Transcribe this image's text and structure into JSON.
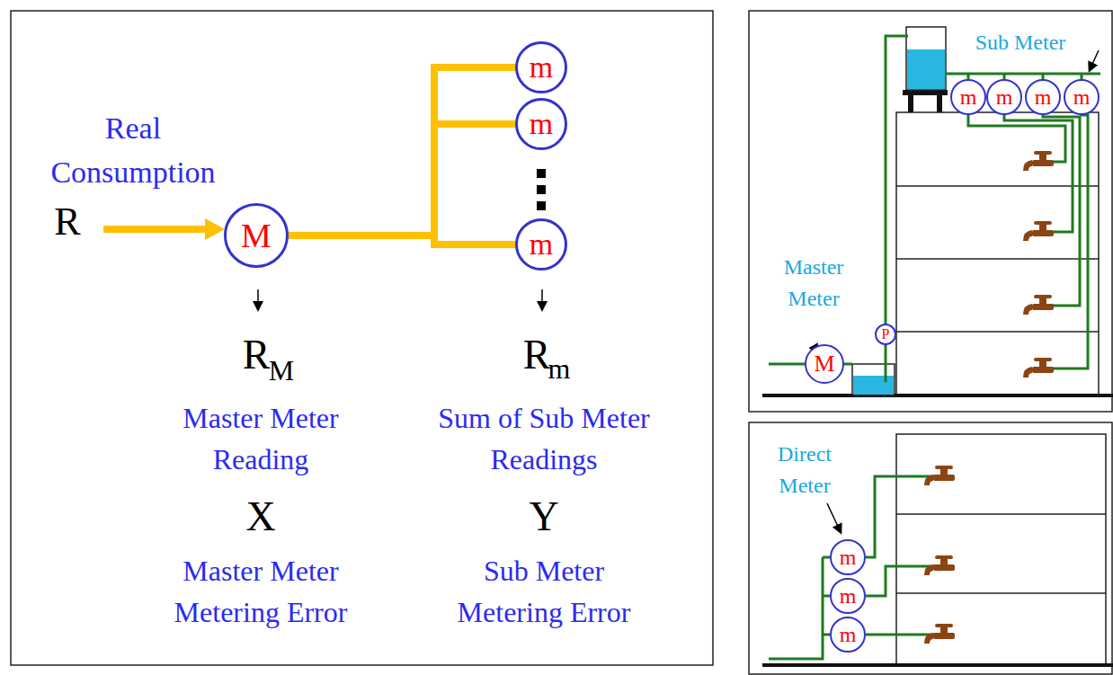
{
  "diagram": {
    "nodes": [
      {
        "text": [
          "M"
        ]
      },
      {
        "text": [
          "m"
        ]
      },
      {
        "text": [
          "m"
        ]
      },
      {
        "text": [
          "m"
        ]
      },
      {
        "text": [
          "M"
        ]
      },
      {
        "text": [
          "m"
        ]
      },
      {
        "text": [
          "m"
        ]
      },
      {
        "text": [
          "m"
        ]
      },
      {
        "text": [
          "m"
        ]
      },
      {
        "text": [
          "P"
        ]
      },
      {
        "text": [
          "m"
        ]
      },
      {
        "text": [
          "m"
        ]
      },
      {
        "text": [
          "m"
        ]
      }
    ],
    "edges": [
      {
        "from": 0,
        "to": 1,
        "arrow": "none"
      },
      {
        "from": 0,
        "to": 2,
        "arrow": "none"
      },
      {
        "from": 0,
        "to": 3,
        "arrow": "none"
      }
    ],
    "labels": [
      "Real Consumption",
      "R",
      "R",
      "M",
      "Master Meter Reading",
      "X",
      "Master Meter Metering Error",
      "R",
      "m",
      "Sum of Sub Meter Readings",
      "Y",
      "Sub Meter Metering Error",
      "Sub Meter",
      "Master Meter",
      "Direct Meter"
    ]
  }
}
